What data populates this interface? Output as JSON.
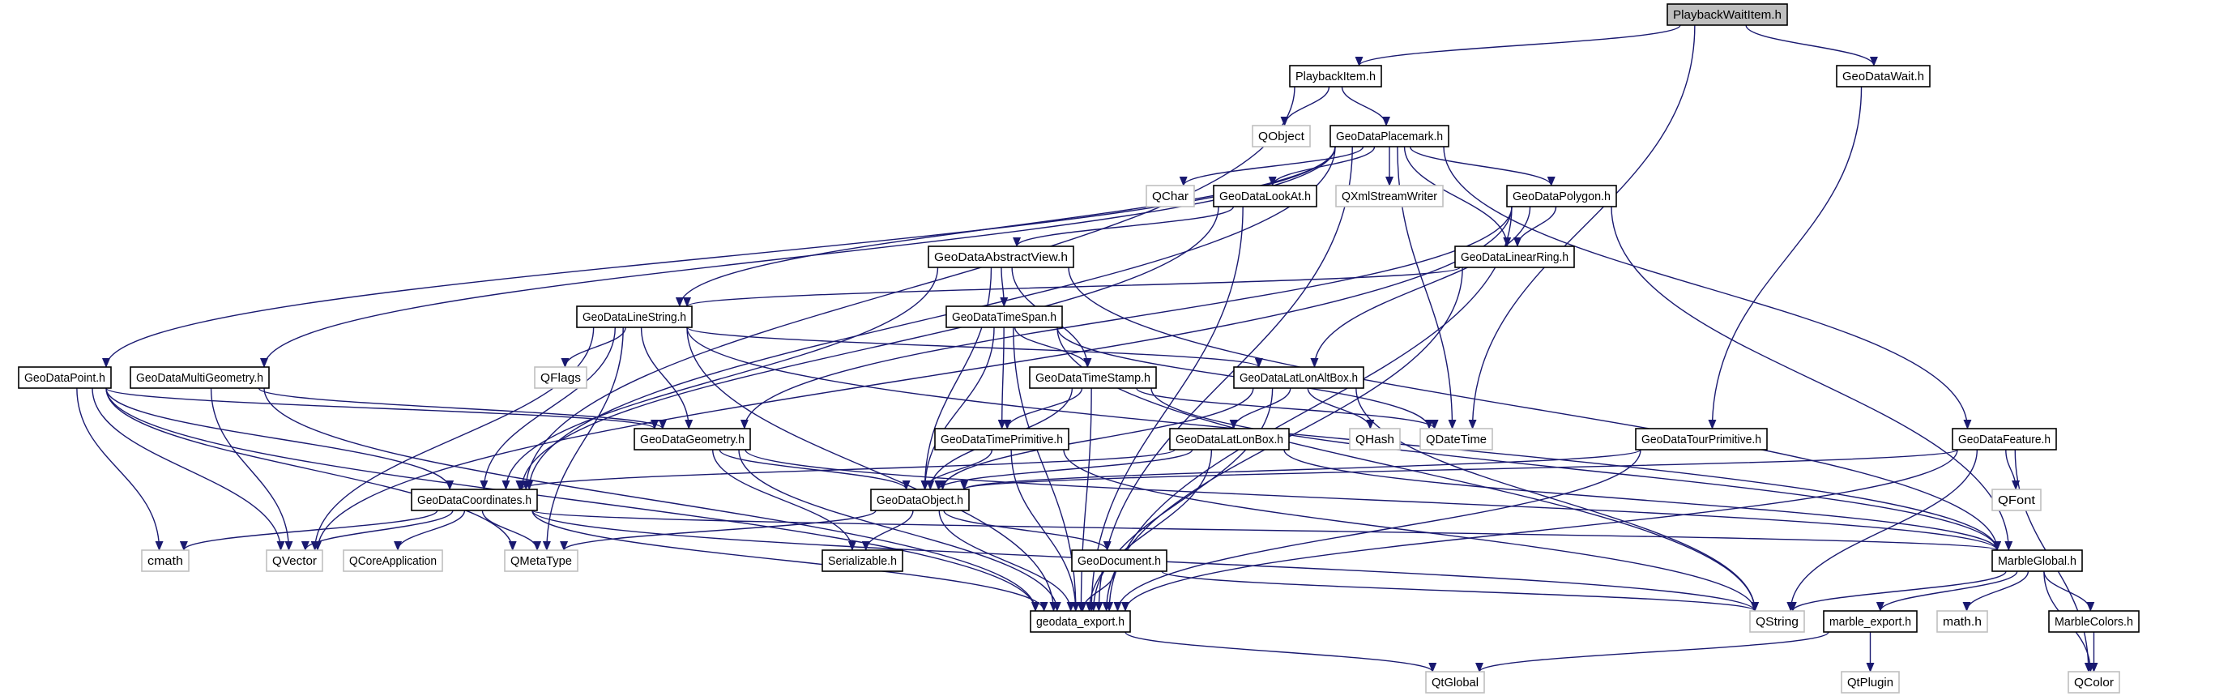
{
  "colors": {
    "edge": "#191970",
    "root_fill": "#bfbfbf",
    "external_border": "#bfbfbf",
    "node_border": "#000000"
  },
  "nodes": [
    {
      "label": "PlaybackWaitItem.h",
      "external": false,
      "root": true
    },
    {
      "label": "PlaybackItem.h",
      "external": false
    },
    {
      "label": "GeoDataWait.h",
      "external": false
    },
    {
      "label": "QObject",
      "external": true
    },
    {
      "label": "GeoDataPlacemark.h",
      "external": false
    },
    {
      "label": "QChar",
      "external": true
    },
    {
      "label": "GeoDataLookAt.h",
      "external": false
    },
    {
      "label": "QXmlStreamWriter",
      "external": true
    },
    {
      "label": "GeoDataPolygon.h",
      "external": false
    },
    {
      "label": "GeoDataAbstractView.h",
      "external": false
    },
    {
      "label": "GeoDataLinearRing.h",
      "external": false
    },
    {
      "label": "GeoDataLineString.h",
      "external": false
    },
    {
      "label": "GeoDataTimeSpan.h",
      "external": false
    },
    {
      "label": "GeoDataPoint.h",
      "external": false
    },
    {
      "label": "GeoDataMultiGeometry.h",
      "external": false
    },
    {
      "label": "QFlags",
      "external": true
    },
    {
      "label": "GeoDataTimeStamp.h",
      "external": false
    },
    {
      "label": "GeoDataLatLonAltBox.h",
      "external": false
    },
    {
      "label": "GeoDataGeometry.h",
      "external": false
    },
    {
      "label": "GeoDataTimePrimitive.h",
      "external": false
    },
    {
      "label": "GeoDataLatLonBox.h",
      "external": false
    },
    {
      "label": "QHash",
      "external": true
    },
    {
      "label": "QDateTime",
      "external": true
    },
    {
      "label": "GeoDataTourPrimitive.h",
      "external": false
    },
    {
      "label": "GeoDataFeature.h",
      "external": false
    },
    {
      "label": "GeoDataCoordinates.h",
      "external": false
    },
    {
      "label": "GeoDataObject.h",
      "external": false
    },
    {
      "label": "QFont",
      "external": true
    },
    {
      "label": "cmath",
      "external": true
    },
    {
      "label": "QVector",
      "external": true
    },
    {
      "label": "QCoreApplication",
      "external": true
    },
    {
      "label": "QMetaType",
      "external": true
    },
    {
      "label": "Serializable.h",
      "external": false
    },
    {
      "label": "MarbleGlobal.h",
      "external": false
    },
    {
      "label": "GeoDocument.h",
      "external": false
    },
    {
      "label": "geodata_export.h",
      "external": false
    },
    {
      "label": "QString",
      "external": true
    },
    {
      "label": "marble_export.h",
      "external": false
    },
    {
      "label": "math.h",
      "external": true
    },
    {
      "label": "MarbleColors.h",
      "external": false
    },
    {
      "label": "QtGlobal",
      "external": true
    },
    {
      "label": "QtPlugin",
      "external": true
    },
    {
      "label": "QColor",
      "external": true
    }
  ],
  "edges": [
    [
      "PlaybackWaitItem.h",
      "PlaybackItem.h"
    ],
    [
      "PlaybackWaitItem.h",
      "GeoDataWait.h"
    ],
    [
      "PlaybackWaitItem.h",
      "QDateTime"
    ],
    [
      "PlaybackItem.h",
      "QObject"
    ],
    [
      "PlaybackItem.h",
      "GeoDataPlacemark.h"
    ],
    [
      "PlaybackItem.h",
      "GeoDataCoordinates.h"
    ],
    [
      "GeoDataWait.h",
      "GeoDataTourPrimitive.h"
    ],
    [
      "GeoDataPlacemark.h",
      "QChar"
    ],
    [
      "GeoDataPlacemark.h",
      "GeoDataLookAt.h"
    ],
    [
      "GeoDataPlacemark.h",
      "QXmlStreamWriter"
    ],
    [
      "GeoDataPlacemark.h",
      "GeoDataPolygon.h"
    ],
    [
      "GeoDataPlacemark.h",
      "GeoDataLinearRing.h"
    ],
    [
      "GeoDataPlacemark.h",
      "GeoDataLineString.h"
    ],
    [
      "GeoDataPlacemark.h",
      "GeoDataPoint.h"
    ],
    [
      "GeoDataPlacemark.h",
      "GeoDataMultiGeometry.h"
    ],
    [
      "GeoDataPlacemark.h",
      "GeoDataCoordinates.h"
    ],
    [
      "GeoDataPlacemark.h",
      "QDateTime"
    ],
    [
      "GeoDataPlacemark.h",
      "geodata_export.h"
    ],
    [
      "GeoDataPlacemark.h",
      "GeoDataFeature.h"
    ],
    [
      "GeoDataLookAt.h",
      "GeoDataAbstractView.h"
    ],
    [
      "GeoDataLookAt.h",
      "GeoDataCoordinates.h"
    ],
    [
      "GeoDataLookAt.h",
      "geodata_export.h"
    ],
    [
      "GeoDataPolygon.h",
      "GeoDataLinearRing.h"
    ],
    [
      "GeoDataPolygon.h",
      "GeoDataLatLonAltBox.h"
    ],
    [
      "GeoDataPolygon.h",
      "GeoDataGeometry.h"
    ],
    [
      "GeoDataPolygon.h",
      "QVector"
    ],
    [
      "GeoDataPolygon.h",
      "geodata_export.h"
    ],
    [
      "GeoDataPolygon.h",
      "MarbleGlobal.h"
    ],
    [
      "GeoDataAbstractView.h",
      "GeoDataTimeSpan.h"
    ],
    [
      "GeoDataAbstractView.h",
      "GeoDataTimeStamp.h"
    ],
    [
      "GeoDataAbstractView.h",
      "GeoDataObject.h"
    ],
    [
      "GeoDataAbstractView.h",
      "GeoDataCoordinates.h"
    ],
    [
      "GeoDataAbstractView.h",
      "MarbleGlobal.h"
    ],
    [
      "GeoDataLinearRing.h",
      "GeoDataLineString.h"
    ],
    [
      "GeoDataLinearRing.h",
      "geodata_export.h"
    ],
    [
      "GeoDataLineString.h",
      "QFlags"
    ],
    [
      "GeoDataLineString.h",
      "QVector"
    ],
    [
      "GeoDataLineString.h",
      "GeoDataCoordinates.h"
    ],
    [
      "GeoDataLineString.h",
      "GeoDataGeometry.h"
    ],
    [
      "GeoDataLineString.h",
      "QMetaType"
    ],
    [
      "GeoDataLineString.h",
      "geodata_export.h"
    ],
    [
      "GeoDataLineString.h",
      "GeoDataLatLonAltBox.h"
    ],
    [
      "GeoDataLineString.h",
      "MarbleGlobal.h"
    ],
    [
      "GeoDataTimeSpan.h",
      "GeoDataTimeStamp.h"
    ],
    [
      "GeoDataTimeSpan.h",
      "GeoDataTimePrimitive.h"
    ],
    [
      "GeoDataTimeSpan.h",
      "GeoDataObject.h"
    ],
    [
      "GeoDataTimeSpan.h",
      "QDateTime"
    ],
    [
      "GeoDataTimeSpan.h",
      "geodata_export.h"
    ],
    [
      "GeoDataTimeSpan.h",
      "QString"
    ],
    [
      "GeoDataPoint.h",
      "GeoDataGeometry.h"
    ],
    [
      "GeoDataPoint.h",
      "GeoDataCoordinates.h"
    ],
    [
      "GeoDataPoint.h",
      "cmath"
    ],
    [
      "GeoDataPoint.h",
      "QVector"
    ],
    [
      "GeoDataPoint.h",
      "QMetaType"
    ],
    [
      "GeoDataPoint.h",
      "geodata_export.h"
    ],
    [
      "GeoDataMultiGeometry.h",
      "GeoDataGeometry.h"
    ],
    [
      "GeoDataMultiGeometry.h",
      "QVector"
    ],
    [
      "GeoDataMultiGeometry.h",
      "geodata_export.h"
    ],
    [
      "GeoDataTimeStamp.h",
      "GeoDataTimePrimitive.h"
    ],
    [
      "GeoDataTimeStamp.h",
      "GeoDataObject.h"
    ],
    [
      "GeoDataTimeStamp.h",
      "QDateTime"
    ],
    [
      "GeoDataTimeStamp.h",
      "geodata_export.h"
    ],
    [
      "GeoDataTimeStamp.h",
      "MarbleGlobal.h"
    ],
    [
      "GeoDataLatLonAltBox.h",
      "GeoDataLatLonBox.h"
    ],
    [
      "GeoDataLatLonAltBox.h",
      "QHash"
    ],
    [
      "GeoDataLatLonAltBox.h",
      "GeoDataObject.h"
    ],
    [
      "GeoDataLatLonAltBox.h",
      "geodata_export.h"
    ],
    [
      "GeoDataLatLonAltBox.h",
      "QString"
    ],
    [
      "GeoDataGeometry.h",
      "GeoDataObject.h"
    ],
    [
      "GeoDataGeometry.h",
      "Serializable.h"
    ],
    [
      "GeoDataGeometry.h",
      "geodata_export.h"
    ],
    [
      "GeoDataGeometry.h",
      "MarbleGlobal.h"
    ],
    [
      "GeoDataTimePrimitive.h",
      "GeoDataObject.h"
    ],
    [
      "GeoDataTimePrimitive.h",
      "geodata_export.h"
    ],
    [
      "GeoDataTimePrimitive.h",
      "QString"
    ],
    [
      "GeoDataLatLonBox.h",
      "GeoDataCoordinates.h"
    ],
    [
      "GeoDataLatLonBox.h",
      "GeoDataObject.h"
    ],
    [
      "GeoDataLatLonBox.h",
      "geodata_export.h"
    ],
    [
      "GeoDataLatLonBox.h",
      "MarbleGlobal.h"
    ],
    [
      "GeoDataTourPrimitive.h",
      "GeoDataObject.h"
    ],
    [
      "GeoDataTourPrimitive.h",
      "geodata_export.h"
    ],
    [
      "GeoDataFeature.h",
      "GeoDataObject.h"
    ],
    [
      "GeoDataFeature.h",
      "QFont"
    ],
    [
      "GeoDataFeature.h",
      "QString"
    ],
    [
      "GeoDataFeature.h",
      "QColor"
    ],
    [
      "GeoDataFeature.h",
      "geodata_export.h"
    ],
    [
      "GeoDataCoordinates.h",
      "cmath"
    ],
    [
      "GeoDataCoordinates.h",
      "QVector"
    ],
    [
      "GeoDataCoordinates.h",
      "QCoreApplication"
    ],
    [
      "GeoDataCoordinates.h",
      "QMetaType"
    ],
    [
      "GeoDataCoordinates.h",
      "geodata_export.h"
    ],
    [
      "GeoDataCoordinates.h",
      "MarbleGlobal.h"
    ],
    [
      "GeoDataCoordinates.h",
      "QString"
    ],
    [
      "GeoDataObject.h",
      "QMetaType"
    ],
    [
      "GeoDataObject.h",
      "Serializable.h"
    ],
    [
      "GeoDataObject.h",
      "GeoDocument.h"
    ],
    [
      "GeoDataObject.h",
      "geodata_export.h"
    ],
    [
      "GeoDocument.h",
      "geodata_export.h"
    ],
    [
      "GeoDocument.h",
      "QString"
    ],
    [
      "MarbleGlobal.h",
      "QString"
    ],
    [
      "MarbleGlobal.h",
      "marble_export.h"
    ],
    [
      "MarbleGlobal.h",
      "math.h"
    ],
    [
      "MarbleGlobal.h",
      "MarbleColors.h"
    ],
    [
      "MarbleGlobal.h",
      "QColor"
    ],
    [
      "marble_export.h",
      "QtGlobal"
    ],
    [
      "marble_export.h",
      "QtPlugin"
    ],
    [
      "MarbleColors.h",
      "QColor"
    ],
    [
      "geodata_export.h",
      "QtGlobal"
    ]
  ]
}
